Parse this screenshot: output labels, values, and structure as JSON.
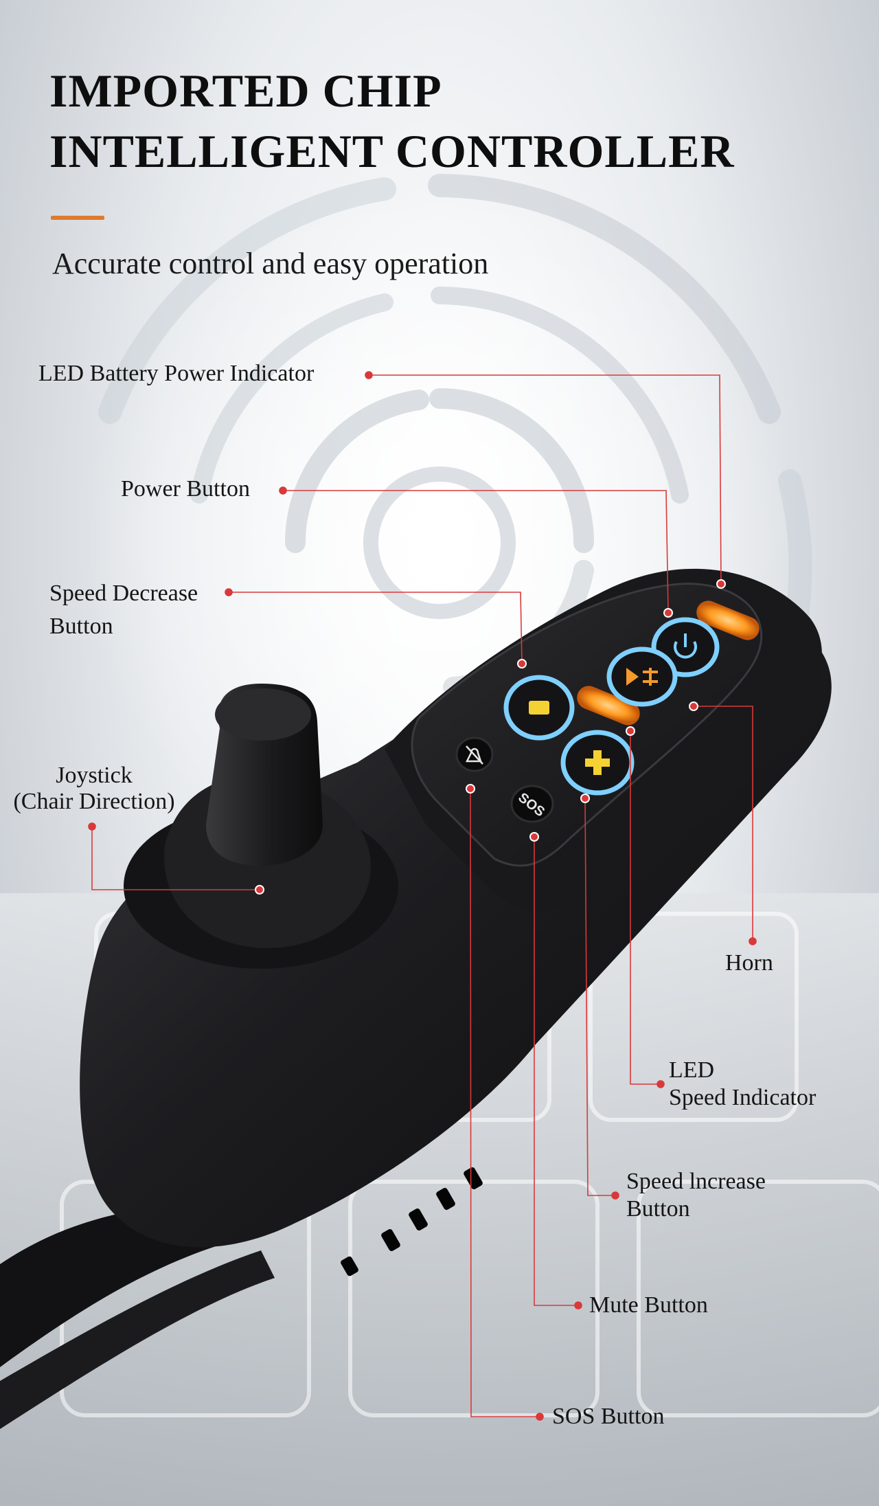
{
  "header": {
    "title_line1": "IMPORTED CHIP",
    "title_line2": "INTELLIGENT CONTROLLER",
    "subtitle": "Accurate control and easy operation"
  },
  "labels": {
    "led_battery": "LED Battery Power Indicator",
    "power_button": "Power Button",
    "speed_decrease_line1": "Speed Decrease",
    "speed_decrease_line2": "Button",
    "joystick_line1": "Joystick",
    "joystick_line2": "(Chair Direction)",
    "horn": "Horn",
    "led_speed_line1": "LED",
    "led_speed_line2": "Speed Indicator",
    "speed_increase_line1": "Speed lncrease",
    "speed_increase_line2": "Button",
    "mute_button": "Mute Button",
    "sos_button": "SOS Button"
  },
  "device": {
    "sos_text": "SOS"
  },
  "icons": {
    "power": "power-icon",
    "horn": "horn-icon",
    "minus": "minus-icon",
    "plus": "plus-icon",
    "mute": "mute-bell-icon"
  },
  "colors": {
    "accent_orange": "#e07a2e",
    "callout_red": "#d9393a",
    "button_ring_blue": "#7fd0ff",
    "led_orange": "#ff9a1f",
    "plus_minus_yellow": "#f5d233",
    "device_black": "#1b1b1d"
  }
}
